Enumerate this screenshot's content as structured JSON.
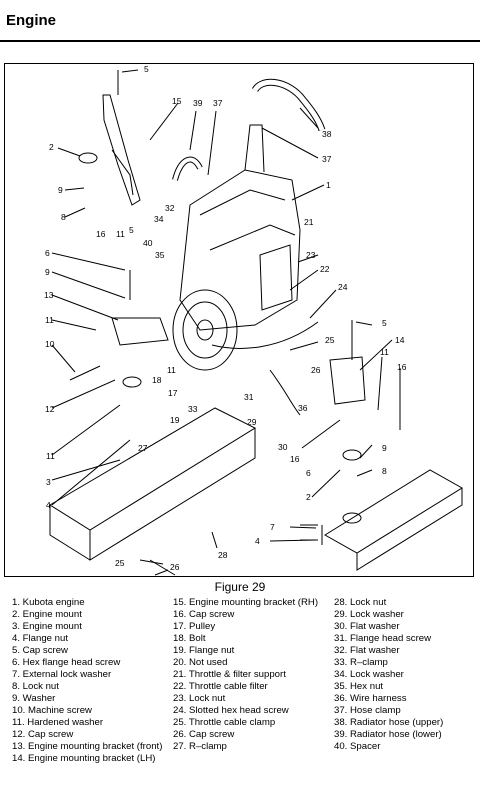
{
  "page": {
    "title": "Engine",
    "figure_caption": "Figure 29"
  },
  "legend": {
    "col1": [
      "1.  Kubota engine",
      "2.  Engine mount",
      "3.  Engine mount",
      "4.  Flange nut",
      "5.  Cap screw",
      "6.  Hex flange head screw",
      "7.  External lock washer",
      "8.  Lock nut",
      "9.  Washer",
      "10. Machine screw",
      "11. Hardened washer",
      "12. Cap screw",
      "13. Engine mounting bracket (front)",
      "14. Engine mounting bracket (LH)"
    ],
    "col2": [
      "15. Engine mounting bracket (RH)",
      "16. Cap screw",
      "17. Pulley",
      "18. Bolt",
      "19. Flange nut",
      "20. Not used",
      "21. Throttle & filter support",
      "22. Throttle cable filter",
      "23. Lock nut",
      "24. Slotted hex head screw",
      "25. Throttle cable clamp",
      "26. Cap screw",
      "27. R–clamp"
    ],
    "col3": [
      "28. Lock nut",
      "29. Lock washer",
      "30. Flat washer",
      "31. Flange head screw",
      "32. Flat washer",
      "33. R–clamp",
      "34. Lock washer",
      "35. Hex nut",
      "36. Wire harness",
      "37. Hose clamp",
      "38. Radiator hose (upper)",
      "39. Radiator hose (lower)",
      "40. Spacer"
    ]
  },
  "callouts": [
    "5",
    "15",
    "39",
    "37",
    "38",
    "37",
    "1",
    "2",
    "9",
    "8",
    "16",
    "11",
    "5",
    "34",
    "32",
    "35",
    "40",
    "21",
    "6",
    "9",
    "13",
    "23",
    "22",
    "24",
    "11",
    "10",
    "12",
    "17",
    "18",
    "11",
    "33",
    "19",
    "31",
    "29",
    "30",
    "16",
    "36",
    "26",
    "25",
    "14",
    "11",
    "16",
    "5",
    "11",
    "3",
    "4",
    "27",
    "9",
    "8",
    "6",
    "2",
    "7",
    "4",
    "28",
    "25",
    "26"
  ]
}
